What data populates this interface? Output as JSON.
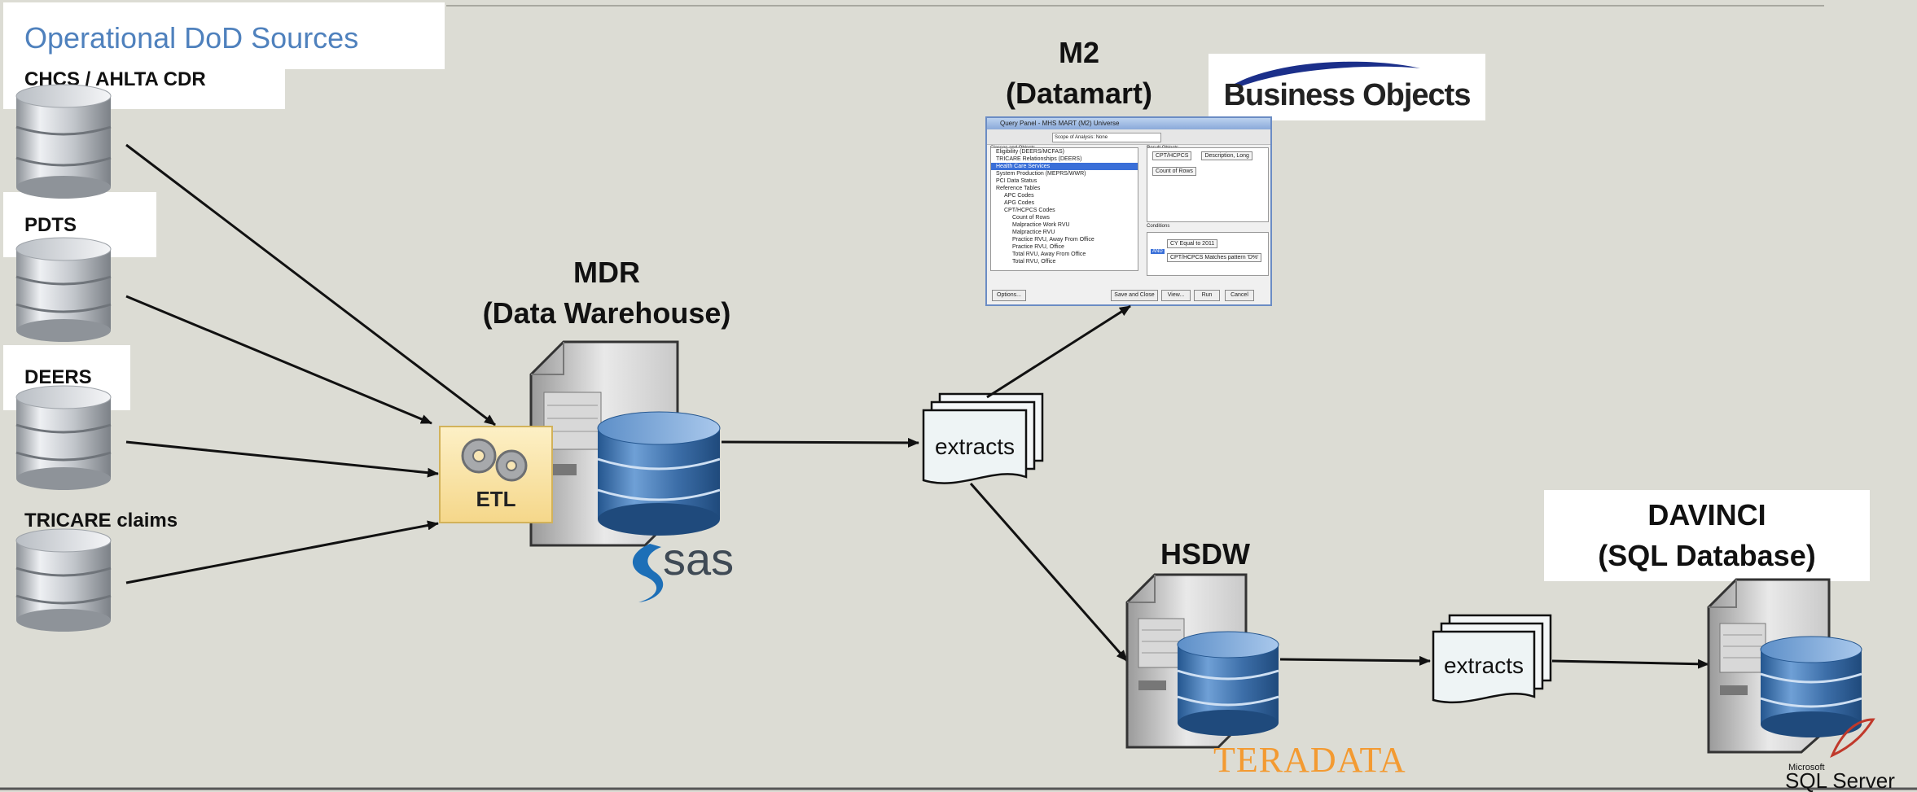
{
  "title": "Operational DoD Sources",
  "sources": [
    {
      "label": "CHCS / AHLTA CDR"
    },
    {
      "label": "PDTS"
    },
    {
      "label": "DEERS"
    },
    {
      "label": "TRICARE claims"
    }
  ],
  "etl_label": "ETL",
  "mdr": {
    "line1": "MDR",
    "line2": "(Data Warehouse)",
    "vendor": "sas"
  },
  "m2": {
    "line1": "M2",
    "line2": "(Datamart)",
    "vendor": "Business Objects"
  },
  "hsdw": {
    "line1": "HSDW",
    "vendor": "TERADATA"
  },
  "davinci": {
    "line1": "DAVINCI",
    "line2": "(SQL Database)",
    "vendor_small": "Microsoft",
    "vendor": "SQL Server"
  },
  "extracts_label": "extracts",
  "query_panel": {
    "title": "Query Panel - MHS MART (M2) Universe",
    "scope_label": "Scope of Analysis: None",
    "classes_label": "Classes and Objects",
    "tree": [
      "Eligibility (DEERS/MCFAS)",
      "TRICARE Relationships (DEERS)",
      "Health Care Services",
      "System Production (MEPRS/WWR)",
      "PCI Data Status",
      "Reference Tables",
      "APC Codes",
      "APG Codes",
      "CPT/HCPCS Codes",
      "Count of Rows",
      "Malpractice Work RVU",
      "Malpractice RVU",
      "Practice RVU, Away From Office",
      "Practice RVU, Office",
      "Total RVU, Away From Office",
      "Total RVU, Office"
    ],
    "result_label": "Result Objects",
    "result_objects": [
      "CPT/HCPCS",
      "Description, Long",
      "Count of Rows"
    ],
    "conditions_label": "Conditions",
    "conditions": [
      "CY Equal to 2011",
      "CPT/HCPCS Matches pattern 'D%'"
    ],
    "and_label": "AND",
    "buttons": [
      "Options...",
      "Save and Close",
      "View...",
      "Run",
      "Cancel"
    ]
  },
  "colors": {
    "title_blue": "#4f81bd",
    "background": "#dcdcd4",
    "etl_fill": "#fbe3a3",
    "db_blue": "#3c6ea8",
    "teradata_orange": "#f39a31",
    "sas_blue": "#1d6fb7"
  }
}
